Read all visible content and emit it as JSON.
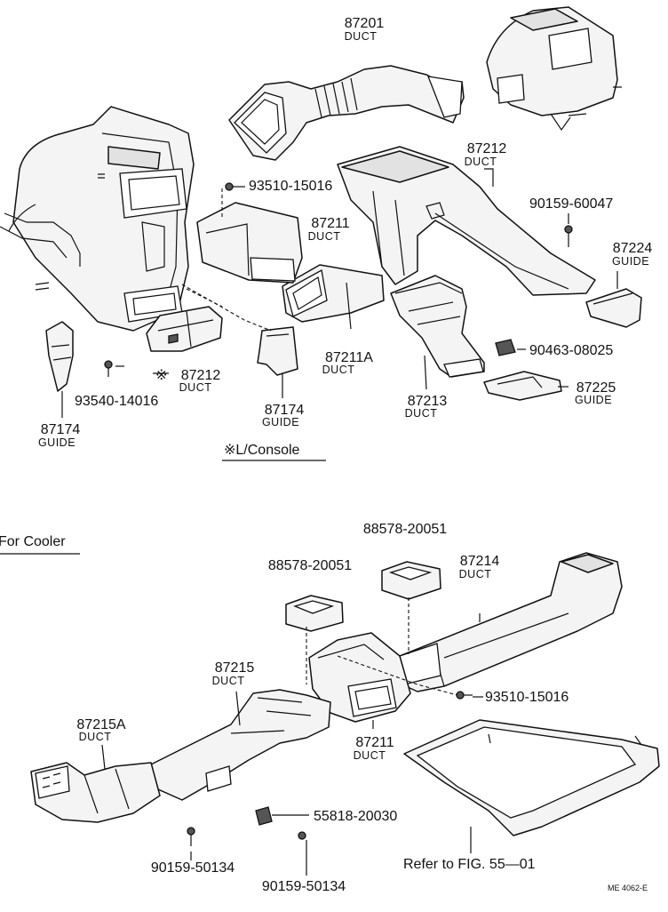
{
  "labels": {
    "p87201": {
      "num": "87201",
      "name": "DUCT"
    },
    "p87212_top": {
      "num": "87212",
      "name": "DUCT"
    },
    "p87211_top": {
      "num": "87211",
      "name": "DUCT"
    },
    "p87211A": {
      "num": "87211A",
      "name": "DUCT"
    },
    "p87213": {
      "num": "87213",
      "name": "DUCT"
    },
    "p87212_console": {
      "num": "87212",
      "name": "DUCT",
      "mark": "※"
    },
    "p87174_right": {
      "num": "87174",
      "name": "GUIDE"
    },
    "p87174_left": {
      "num": "87174",
      "name": "GUIDE"
    },
    "p87224": {
      "num": "87224",
      "name": "GUIDE"
    },
    "p87225": {
      "num": "87225",
      "name": "GUIDE"
    },
    "p87214": {
      "num": "87214",
      "name": "DUCT"
    },
    "p87215": {
      "num": "87215",
      "name": "DUCT"
    },
    "p87215A": {
      "num": "87215A",
      "name": "DUCT"
    },
    "p87211_bottom": {
      "num": "87211",
      "name": "DUCT"
    }
  },
  "fasteners": {
    "f93510_top": "93510-15016",
    "f90159_60047": "90159-60047",
    "f90463": "90463-08025",
    "f93540": "93540-14016",
    "f88578_left": "88578-20051",
    "f88578_right": "88578-20051",
    "f93510_bottom": "93510-15016",
    "f55818": "55818-20030",
    "f90159_50134_left": "90159-50134",
    "f90159_50134_right": "90159-50134"
  },
  "notes": {
    "console": "※L/Console",
    "cooler": "For Cooler",
    "refer": "Refer to FIG. 55—01",
    "code": "ME 4062-E"
  }
}
